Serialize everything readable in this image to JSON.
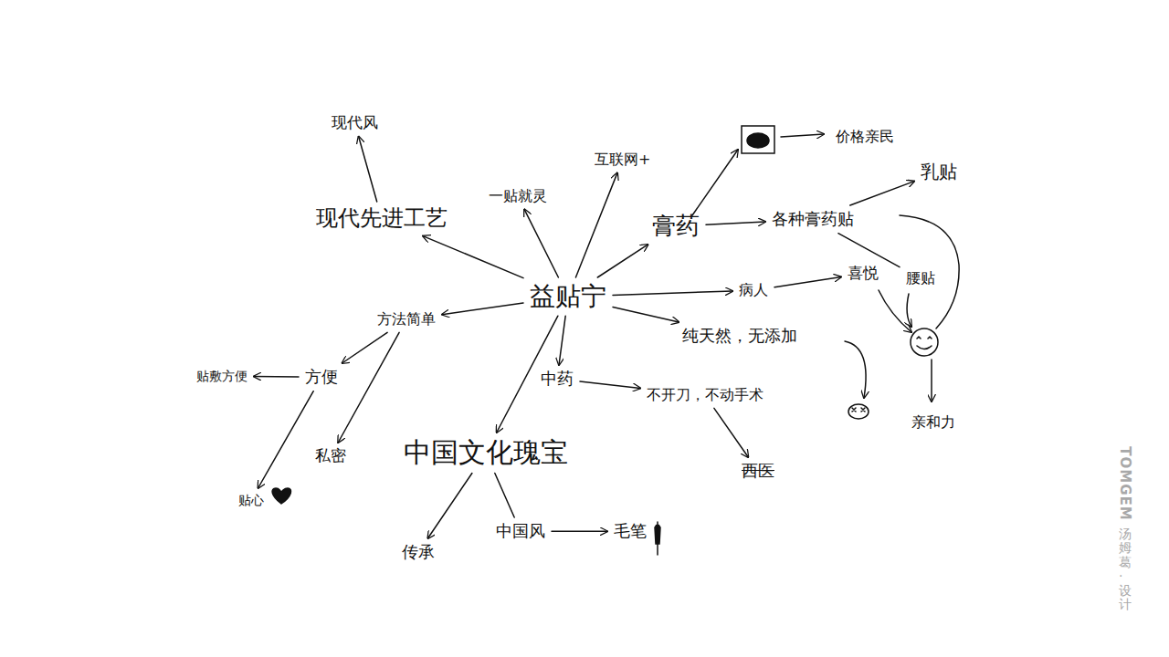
{
  "diagram": {
    "nodes": [
      {
        "text": [
          "益贴宁"
        ]
      },
      {
        "text": [
          "现代先进工艺"
        ]
      },
      {
        "text": [
          "现代风"
        ]
      },
      {
        "text": [
          "一贴就灵"
        ]
      },
      {
        "text": [
          "互联网+"
        ]
      },
      {
        "text": [
          "膏药"
        ]
      },
      {
        "text": [
          "价格亲民"
        ]
      },
      {
        "text": [
          "乳贴"
        ]
      },
      {
        "text": [
          "各种膏药贴"
        ]
      },
      {
        "text": [
          "病人"
        ]
      },
      {
        "text": [
          "喜悦"
        ]
      },
      {
        "text": [
          "腰贴"
        ]
      },
      {
        "text": [
          "亲和力"
        ]
      },
      {
        "text": [
          "纯天然，无添加"
        ]
      },
      {
        "text": [
          "中药"
        ]
      },
      {
        "text": [
          "不开刀，不动手术"
        ]
      },
      {
        "text": [
          "西医"
        ]
      },
      {
        "text": [
          "方法简单"
        ]
      },
      {
        "text": [
          "方便"
        ]
      },
      {
        "text": [
          "贴敷方便"
        ]
      },
      {
        "text": [
          "私密"
        ]
      },
      {
        "text": [
          "贴心"
        ]
      },
      {
        "text": [
          "中国文化瑰宝"
        ]
      },
      {
        "text": [
          "传承"
        ]
      },
      {
        "text": [
          "中国风"
        ]
      },
      {
        "text": [
          "毛笔"
        ]
      }
    ],
    "edges": [
      {
        "from": 0,
        "to": 1,
        "arrow": "to"
      },
      {
        "from": 1,
        "to": 2,
        "arrow": "to"
      },
      {
        "from": 0,
        "to": 3,
        "arrow": "to"
      },
      {
        "from": 0,
        "to": 4,
        "arrow": "to"
      },
      {
        "from": 0,
        "to": 5,
        "arrow": "to"
      },
      {
        "from": 5,
        "to": 8,
        "arrow": "to"
      },
      {
        "from": 8,
        "to": 7,
        "arrow": "to"
      },
      {
        "from": 8,
        "to": 11,
        "arrow": "none"
      },
      {
        "from": 0,
        "to": 9,
        "arrow": "to"
      },
      {
        "from": 9,
        "to": 10,
        "arrow": "to"
      },
      {
        "from": 0,
        "to": 13,
        "arrow": "to"
      },
      {
        "from": 0,
        "to": 14,
        "arrow": "to"
      },
      {
        "from": 14,
        "to": 15,
        "arrow": "to"
      },
      {
        "from": 15,
        "to": 16,
        "arrow": "to"
      },
      {
        "from": 0,
        "to": 17,
        "arrow": "to"
      },
      {
        "from": 17,
        "to": 18,
        "arrow": "to"
      },
      {
        "from": 18,
        "to": 19,
        "arrow": "to"
      },
      {
        "from": 18,
        "to": 21,
        "arrow": "to"
      },
      {
        "from": 17,
        "to": 20,
        "arrow": "to"
      },
      {
        "from": 0,
        "to": 22,
        "arrow": "to"
      },
      {
        "from": 22,
        "to": 23,
        "arrow": "to"
      },
      {
        "from": 22,
        "to": 24,
        "arrow": "none"
      },
      {
        "from": 24,
        "to": 25,
        "arrow": "to"
      }
    ],
    "labels": [
      "TOMGEM",
      "汤姆葛·设计"
    ]
  }
}
